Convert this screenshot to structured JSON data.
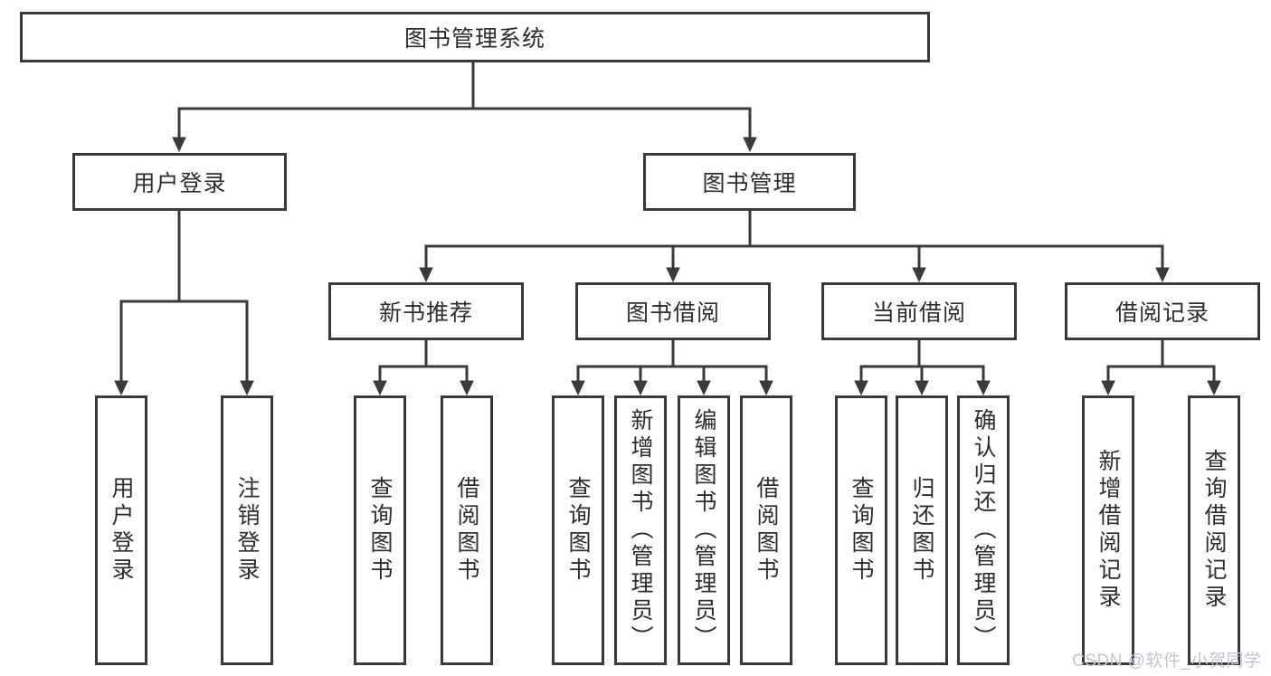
{
  "diagram": {
    "root": {
      "label": "图书管理系统"
    },
    "level2": {
      "user_login": {
        "label": "用户登录"
      },
      "book_mgmt": {
        "label": "图书管理"
      }
    },
    "level3": {
      "new_book_rec": {
        "label": "新书推荐",
        "parent": "图书管理"
      },
      "book_borrowing": {
        "label": "图书借阅",
        "parent": "图书管理"
      },
      "current_borrow": {
        "label": "当前借阅",
        "parent": "图书管理"
      },
      "borrow_records": {
        "label": "借阅记录",
        "parent": "图书管理"
      }
    },
    "leaves": {
      "login": {
        "label": "用户登录",
        "parent": "用户登录"
      },
      "logout": {
        "label": "注销登录",
        "parent": "用户登录"
      },
      "nb_query": {
        "label": "查询图书",
        "parent": "新书推荐"
      },
      "nb_borrow": {
        "label": "借阅图书",
        "parent": "新书推荐"
      },
      "bb_query": {
        "label": "查询图书",
        "parent": "图书借阅"
      },
      "bb_add": {
        "label": "新增图书（管理员）",
        "parent": "图书借阅"
      },
      "bb_edit": {
        "label": "编辑图书（管理员）",
        "parent": "图书借阅"
      },
      "bb_borrow": {
        "label": "借阅图书",
        "parent": "图书借阅"
      },
      "cb_query": {
        "label": "查询图书",
        "parent": "当前借阅"
      },
      "cb_return": {
        "label": "归还图书",
        "parent": "当前借阅"
      },
      "cb_confirm": {
        "label": "确认归还（管理员）",
        "parent": "当前借阅"
      },
      "br_add": {
        "label": "新增借阅记录",
        "parent": "借阅记录"
      },
      "br_query": {
        "label": "查询借阅记录",
        "parent": "借阅记录"
      }
    },
    "watermark": {
      "text": "CSDN @软件_小贺同学"
    },
    "colors": {
      "line": "#3a3a3a",
      "box_border": "#3a3a3a",
      "text": "#2d2d2d",
      "background": "#ffffff",
      "watermark": "#c2c7cf"
    }
  }
}
